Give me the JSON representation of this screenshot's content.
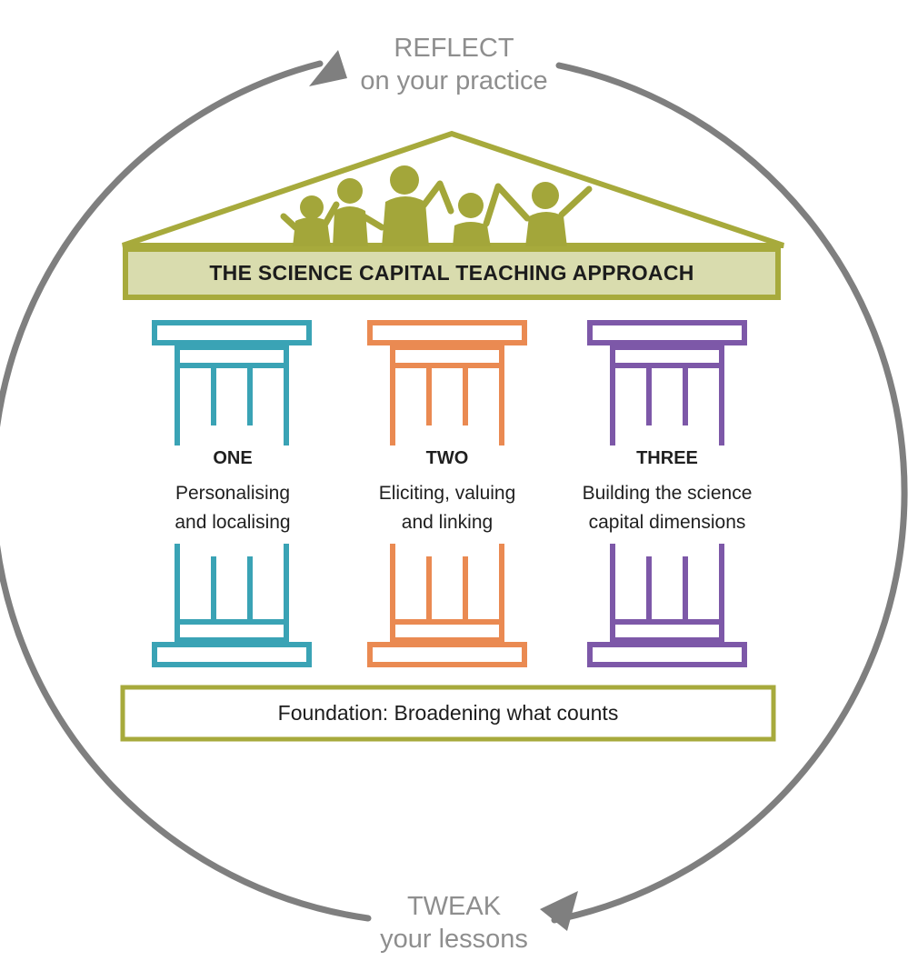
{
  "cycle": {
    "top_title": "REFLECT",
    "top_subtitle": "on your practice",
    "bottom_title": "TWEAK",
    "bottom_subtitle": "your lessons",
    "arrow_color": "#7f7f7f"
  },
  "roof": {
    "banner": "THE SCIENCE CAPITAL TEACHING APPROACH",
    "color": "#a7aa3c",
    "figures_color": "#a3a63a",
    "people_icon": "children-holding-hands-icon"
  },
  "pillars": [
    {
      "number": "ONE",
      "line1": "Personalising",
      "line2": "and localising",
      "color": "#3aa3b5"
    },
    {
      "number": "TWO",
      "line1": "Eliciting, valuing",
      "line2": "and linking",
      "color": "#ea8a52"
    },
    {
      "number": "THREE",
      "line1": "Building the science",
      "line2": "capital dimensions",
      "color": "#7d58a8"
    }
  ],
  "foundation": {
    "label": "Foundation: Broadening what counts",
    "color": "#a7aa3c"
  }
}
